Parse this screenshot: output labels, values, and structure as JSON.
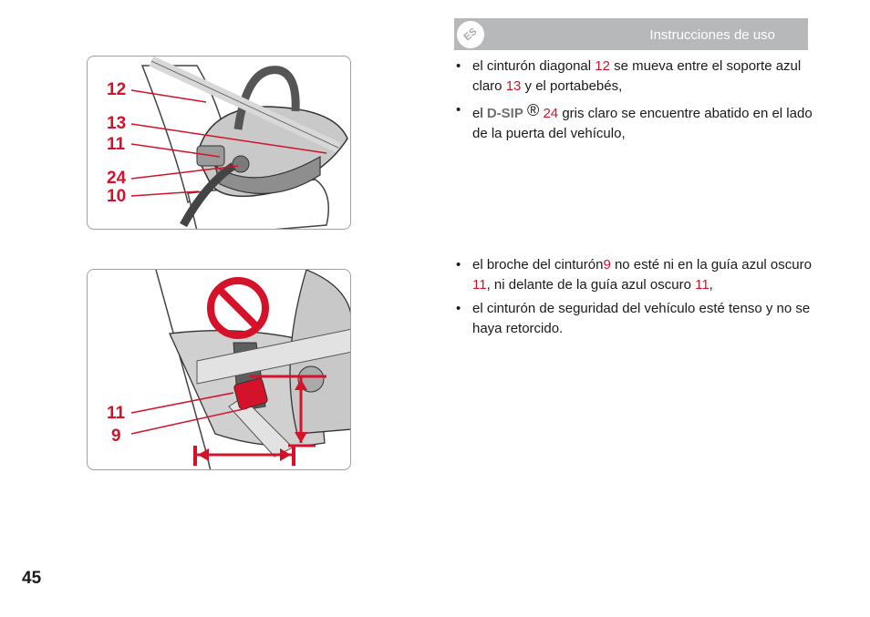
{
  "header": {
    "language_badge": "ES",
    "title": "Instrucciones de uso"
  },
  "figure1": {
    "callouts": [
      "12",
      "13",
      "11",
      "24",
      "10"
    ]
  },
  "figure2": {
    "callouts": [
      "11",
      "9"
    ]
  },
  "list1": [
    {
      "a": "el cinturón diagonal ",
      "n1": "12",
      "b": "  se mueva entre el soporte azul claro ",
      "n2": "13",
      "c": " y el portabebés,"
    },
    {
      "a": "el ",
      "brand": "D-SIP",
      "reg": "®",
      "n1": "24",
      "b": " gris claro se encuentre abatido en el lado de la puerta del vehículo,"
    }
  ],
  "list2": [
    {
      "a": "el broche del cinturón",
      "n1": "9",
      "b": " no esté ni en",
      "c": " la guía azul oscuro ",
      "n2": "11",
      "d": ", ni ",
      "e": "delante",
      "f": "  de la guía azul oscuro ",
      "n3": "11",
      "g": ","
    },
    {
      "a": "el cinturón de seguridad del vehículo esté tenso y no se haya retorcido."
    }
  ],
  "page_number": "45",
  "colors": {
    "accent": "#d4122a",
    "header_bar": "#b7b8ba"
  }
}
